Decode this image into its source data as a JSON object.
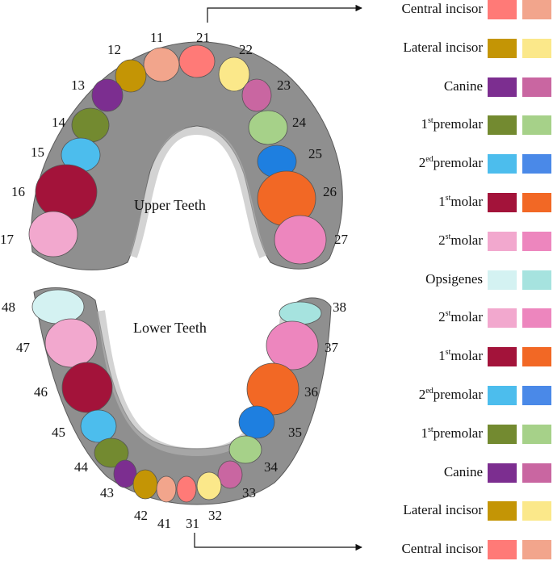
{
  "arch_labels": {
    "upper": "Upper Teeth",
    "lower": "Lower Teeth"
  },
  "legend": [
    {
      "prefix": "",
      "sup": "",
      "name": "Central incisor",
      "colors": [
        "#ff7a77",
        "#f2a58c"
      ]
    },
    {
      "prefix": "",
      "sup": "",
      "name": "Lateral incisor",
      "colors": [
        "#c49505",
        "#fbe88a"
      ]
    },
    {
      "prefix": "",
      "sup": "",
      "name": "Canine",
      "colors": [
        "#7c2e90",
        "#c966a1"
      ]
    },
    {
      "prefix": "1",
      "sup": "st",
      "name": "premolar",
      "colors": [
        "#738a30",
        "#a6d189"
      ]
    },
    {
      "prefix": "2",
      "sup": "ed",
      "name": "premolar",
      "colors": [
        "#4cbded",
        "#4a89e8"
      ]
    },
    {
      "prefix": "1",
      "sup": "st",
      "name": "molar",
      "colors": [
        "#a3133a",
        "#f26825"
      ]
    },
    {
      "prefix": "2",
      "sup": "st",
      "name": "molar",
      "colors": [
        "#f2a8ce",
        "#ed86be"
      ]
    },
    {
      "prefix": "",
      "sup": "",
      "name": "Opsigenes",
      "colors": [
        "#d4f2f2",
        "#a6e3df"
      ]
    },
    {
      "prefix": "2",
      "sup": "st",
      "name": "molar",
      "colors": [
        "#f2a8ce",
        "#ed86be"
      ]
    },
    {
      "prefix": "1",
      "sup": "st",
      "name": "molar",
      "colors": [
        "#a3133a",
        "#f26825"
      ]
    },
    {
      "prefix": "2",
      "sup": "ed",
      "name": "premolar",
      "colors": [
        "#4cbded",
        "#4a89e8"
      ]
    },
    {
      "prefix": "1",
      "sup": "st",
      "name": "premolar",
      "colors": [
        "#738a30",
        "#a6d189"
      ]
    },
    {
      "prefix": "",
      "sup": "",
      "name": "Canine",
      "colors": [
        "#7c2e90",
        "#c966a1"
      ]
    },
    {
      "prefix": "",
      "sup": "",
      "name": "Lateral incisor",
      "colors": [
        "#c49505",
        "#fbe88a"
      ]
    },
    {
      "prefix": "",
      "sup": "",
      "name": "Central incisor",
      "colors": [
        "#ff7a77",
        "#f2a58c"
      ]
    }
  ],
  "teeth": [
    {
      "id": "11",
      "color": "#f2a58c"
    },
    {
      "id": "12",
      "color": "#c49505"
    },
    {
      "id": "13",
      "color": "#7c2e90"
    },
    {
      "id": "14",
      "color": "#738a30"
    },
    {
      "id": "15",
      "color": "#4cbded"
    },
    {
      "id": "16",
      "color": "#a3133a"
    },
    {
      "id": "17",
      "color": "#f2a8ce"
    },
    {
      "id": "21",
      "color": "#ff7a77"
    },
    {
      "id": "22",
      "color": "#fbe88a"
    },
    {
      "id": "23",
      "color": "#c966a1"
    },
    {
      "id": "24",
      "color": "#a6d189"
    },
    {
      "id": "25",
      "color": "#1e7fe0"
    },
    {
      "id": "26",
      "color": "#f26825"
    },
    {
      "id": "27",
      "color": "#ed86be"
    },
    {
      "id": "31",
      "color": "#ff7a77"
    },
    {
      "id": "32",
      "color": "#fbe88a"
    },
    {
      "id": "33",
      "color": "#c966a1"
    },
    {
      "id": "34",
      "color": "#a6d189"
    },
    {
      "id": "35",
      "color": "#1e7fe0"
    },
    {
      "id": "36",
      "color": "#f26825"
    },
    {
      "id": "37",
      "color": "#ed86be"
    },
    {
      "id": "38",
      "color": "#a6e3df"
    },
    {
      "id": "41",
      "color": "#f2a58c"
    },
    {
      "id": "42",
      "color": "#c49505"
    },
    {
      "id": "43",
      "color": "#7c2e90"
    },
    {
      "id": "44",
      "color": "#738a30"
    },
    {
      "id": "45",
      "color": "#4cbded"
    },
    {
      "id": "46",
      "color": "#a3133a"
    },
    {
      "id": "47",
      "color": "#f2a8ce"
    },
    {
      "id": "48",
      "color": "#d4f2f2"
    }
  ]
}
